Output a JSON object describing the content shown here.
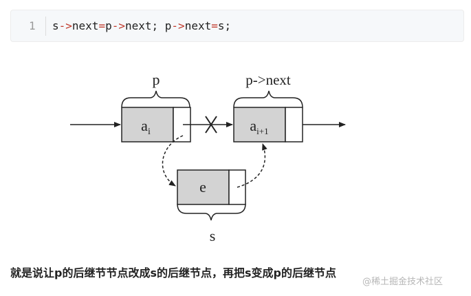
{
  "code": {
    "line_number": "1",
    "tokens": [
      {
        "text": "s",
        "kind": "id"
      },
      {
        "text": "->",
        "kind": "op"
      },
      {
        "text": "next",
        "kind": "id"
      },
      {
        "text": "=",
        "kind": "op"
      },
      {
        "text": "p",
        "kind": "id"
      },
      {
        "text": "->",
        "kind": "op"
      },
      {
        "text": "next; p",
        "kind": "id"
      },
      {
        "text": "->",
        "kind": "op"
      },
      {
        "text": "next",
        "kind": "id"
      },
      {
        "text": "=",
        "kind": "op"
      },
      {
        "text": "s;",
        "kind": "id"
      }
    ]
  },
  "diagram": {
    "label_p": "p",
    "label_pnext": "p->next",
    "label_s": "s",
    "node_ai": "a",
    "node_ai_sub": "i",
    "node_ai1": "a",
    "node_ai1_sub": "i+1",
    "node_e": "e"
  },
  "caption": "就是说让p的后继节节点改成s的后继节点，再把s变成p的后继节点",
  "watermark": "@稀土掘金技术社区",
  "colors": {
    "node_fill": "#d3d3d3",
    "operator": "#c0392b"
  }
}
